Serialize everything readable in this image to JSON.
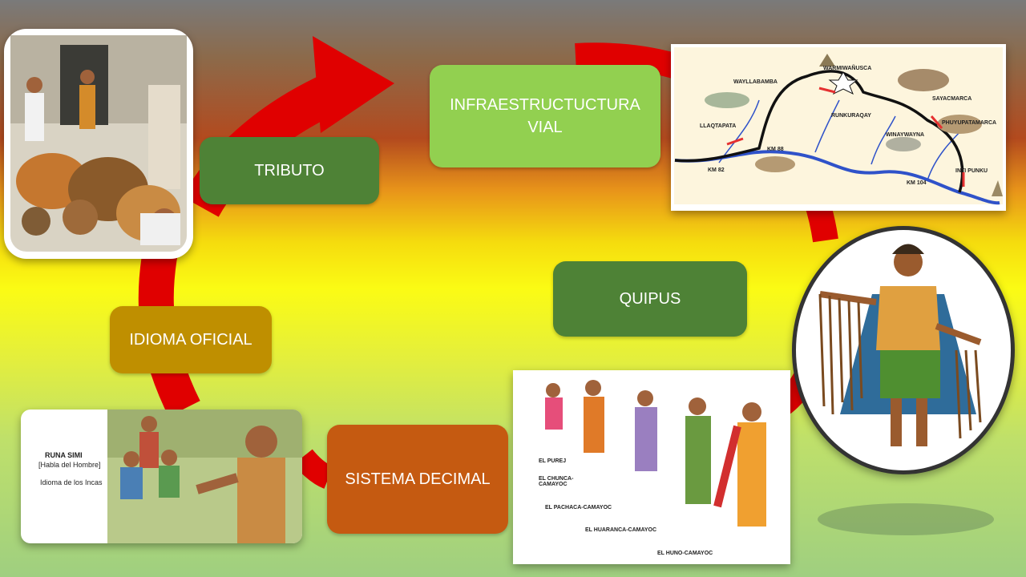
{
  "slide": {
    "background_top": "#7a7a7a",
    "background_middle": "#fbfb14",
    "background_bottom": "#9fcf80",
    "arrow_color": "#e00000"
  },
  "boxes": {
    "tributo": {
      "label": "TRIBUTO",
      "color": "#4e8236"
    },
    "infraestructura": {
      "label": "INFRAESTRUCTUCTURA\nVIAL",
      "color": "#92d050"
    },
    "quipus": {
      "label": "QUIPUS",
      "color": "#4e8236"
    },
    "idioma": {
      "label": "IDIOMA OFICIAL",
      "color": "#bf8f00"
    },
    "sistema": {
      "label": "SISTEMA DECIMAL",
      "color": "#c55a11"
    }
  },
  "images": {
    "tributo_scene": {
      "icon": "inca-tribute-illustration"
    },
    "inca_trail_map": {
      "icon": "inca-trail-map",
      "labels": [
        "WAYLLABAMBA",
        "WARMIWAÑUSCA",
        "SAYACMARCA",
        "LLAQTAPATA",
        "RUNKURAQAY",
        "PHUYUPATAMARCA",
        "KM 88",
        "KM 82",
        "WINAYWAYNA",
        "KM 104",
        "INTI PUNKU"
      ]
    },
    "quipucamayoc": {
      "icon": "quipu-keeper-illustration"
    },
    "decimal_officials": {
      "icon": "decimal-officials-illustration",
      "captions": [
        "EL PUREJ",
        "EL CHUNCA-\nCAMAYOC",
        "EL PACHACA-CAMAYOC",
        "EL HUARANCA-CAMAYOC",
        "EL HUNO-CAMAYOC"
      ]
    },
    "runa_simi": {
      "icon": "runa-simi-illustration",
      "lines": [
        "RUNA SIMI",
        "[Habla del Hombre]",
        "Idioma de los Incas"
      ]
    }
  }
}
